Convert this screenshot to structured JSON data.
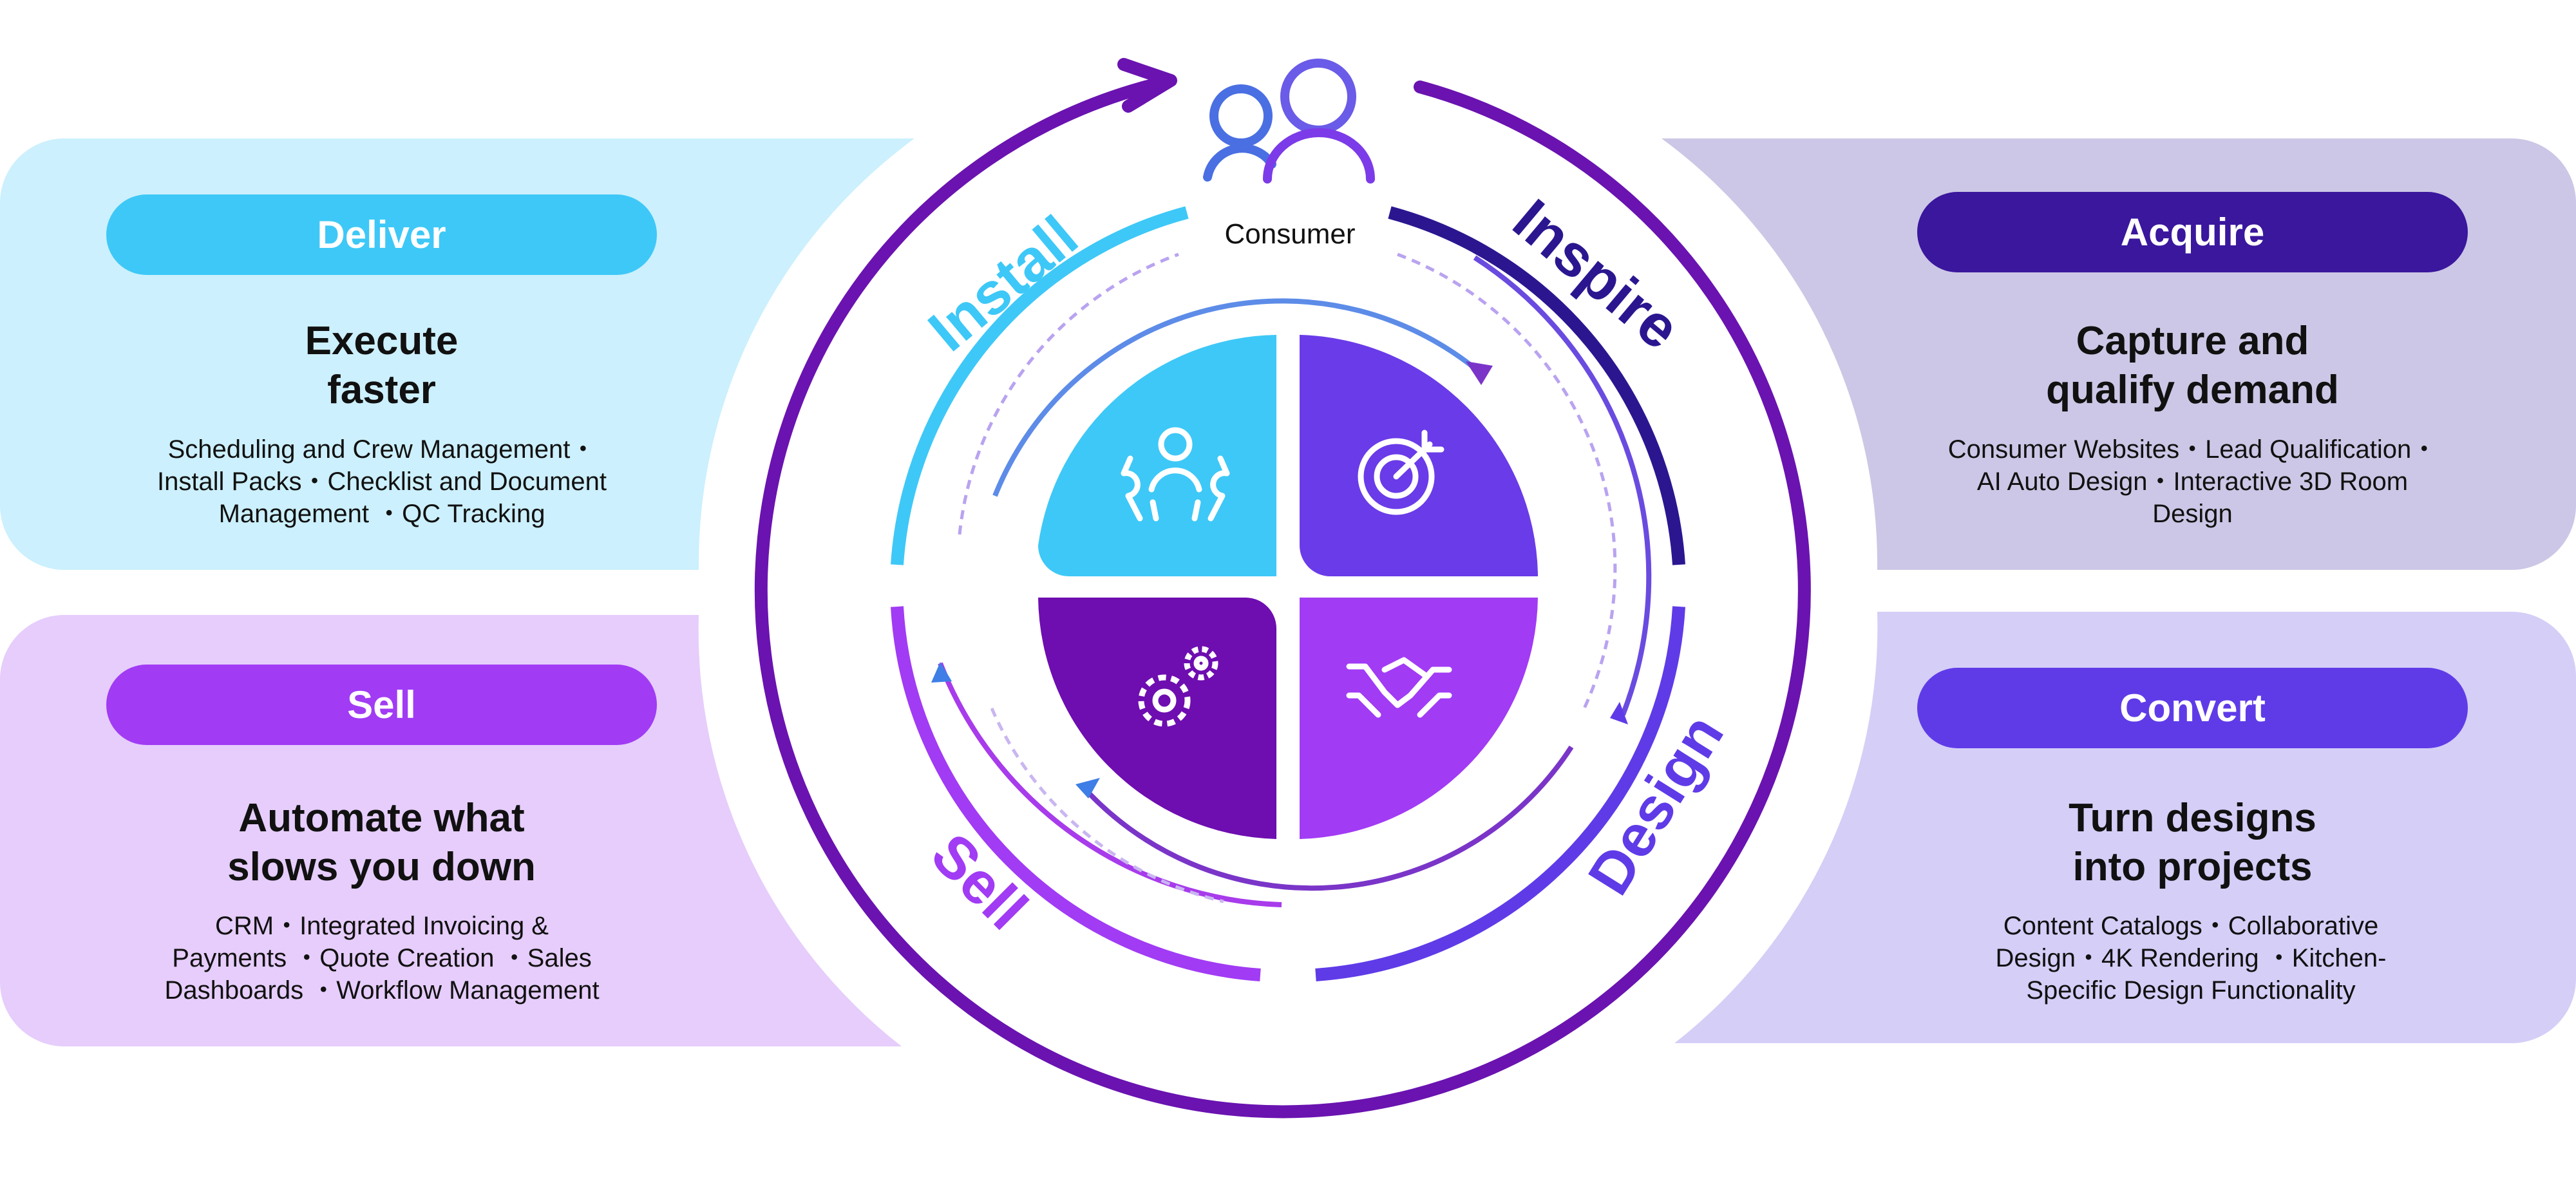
{
  "colors": {
    "deliver": "#3EC8F7",
    "deliver_bg": "#CCF0FD",
    "sell": "#A13BF4",
    "sell_bg": "#E6CDFB",
    "acquire": "#3A179D",
    "acquire_bg": "#CCC7E6",
    "convert": "#5F3BE8",
    "convert_bg": "#D5CEF7",
    "outer_ring": "#6A13B0"
  },
  "center": {
    "label": "Consumer",
    "icon": "consumers-icon",
    "ring_labels": {
      "install": "Install",
      "inspire": "Inspire",
      "design": "Design",
      "sell": "Sell"
    },
    "quadrant_icons": [
      "hands-person-icon",
      "target-icon",
      "gears-icon",
      "handshake-icon"
    ]
  },
  "deliver": {
    "title": "Deliver",
    "heading_1": "Execute",
    "heading_2": "faster",
    "line_1": "Scheduling and Crew Management・",
    "line_2": "Install Packs・Checklist and Document",
    "line_3": "Management ・QC Tracking"
  },
  "sell": {
    "title": "Sell",
    "heading_1": "Automate what",
    "heading_2": "slows you down",
    "line_1": "CRM・Integrated Invoicing &",
    "line_2": "Payments ・Quote Creation ・Sales",
    "line_3": "Dashboards ・Workflow Management"
  },
  "acquire": {
    "title": "Acquire",
    "heading_1": "Capture and",
    "heading_2": "qualify demand",
    "line_1": "Consumer Websites・Lead Qualification・",
    "line_2": "AI Auto Design・Interactive 3D Room",
    "line_3": "Design"
  },
  "convert": {
    "title": "Convert",
    "heading_1": "Turn designs",
    "heading_2": "into projects",
    "line_1": "Content Catalogs・Collaborative",
    "line_2": "Design・4K Rendering ・Kitchen-",
    "line_3": "Specific Design Functionality"
  }
}
